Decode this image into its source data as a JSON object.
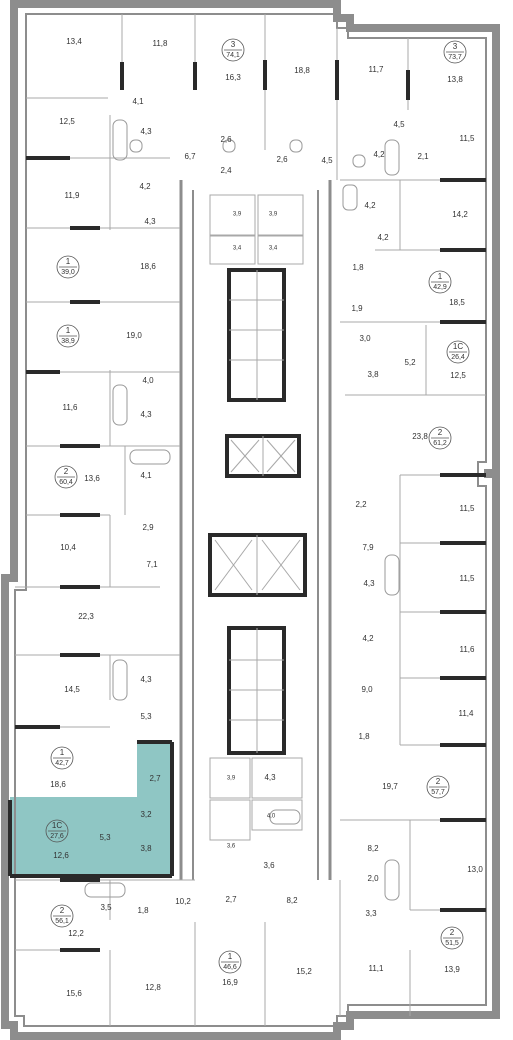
{
  "highlight_color": "#8fc6c4",
  "apartments": [
    {
      "id": "a1",
      "rooms": "3",
      "area": "74,1"
    },
    {
      "id": "a2",
      "rooms": "3",
      "area": "73,7"
    },
    {
      "id": "a3",
      "rooms": "1",
      "area": "39,0"
    },
    {
      "id": "a4",
      "rooms": "1",
      "area": "42,9"
    },
    {
      "id": "a5",
      "rooms": "1",
      "area": "38,9"
    },
    {
      "id": "a6",
      "rooms": "1С",
      "area": "26,4"
    },
    {
      "id": "a7",
      "rooms": "2",
      "area": "61,2"
    },
    {
      "id": "a8",
      "rooms": "2",
      "area": "60,4"
    },
    {
      "id": "a9",
      "rooms": "1",
      "area": "42,7"
    },
    {
      "id": "a10",
      "rooms": "2",
      "area": "57,7"
    },
    {
      "id": "a11",
      "rooms": "1С",
      "area": "27,6",
      "highlighted": true
    },
    {
      "id": "a12",
      "rooms": "2",
      "area": "56,1"
    },
    {
      "id": "a13",
      "rooms": "2",
      "area": "51,5"
    },
    {
      "id": "a14",
      "rooms": "1",
      "area": "46,6"
    }
  ],
  "rooms": [
    {
      "id": "r1",
      "v": "13,4"
    },
    {
      "id": "r2",
      "v": "11,8"
    },
    {
      "id": "r3",
      "v": "16,3"
    },
    {
      "id": "r4",
      "v": "18,8"
    },
    {
      "id": "r5",
      "v": "11,7"
    },
    {
      "id": "r6",
      "v": "13,8"
    },
    {
      "id": "r7",
      "v": "4,1"
    },
    {
      "id": "r8",
      "v": "12,5"
    },
    {
      "id": "r9",
      "v": "4,3"
    },
    {
      "id": "r10",
      "v": "2,6"
    },
    {
      "id": "r11",
      "v": "2,6"
    },
    {
      "id": "r12",
      "v": "4,5"
    },
    {
      "id": "r13",
      "v": "11,5"
    },
    {
      "id": "r14",
      "v": "6,7"
    },
    {
      "id": "r15",
      "v": "4,2"
    },
    {
      "id": "r16",
      "v": "2,1"
    },
    {
      "id": "r17",
      "v": "4,5"
    },
    {
      "id": "r18",
      "v": "2,4"
    },
    {
      "id": "r19",
      "v": "11,9"
    },
    {
      "id": "r20",
      "v": "4,2"
    },
    {
      "id": "r21",
      "v": "4,2"
    },
    {
      "id": "r22",
      "v": "4,3"
    },
    {
      "id": "r23",
      "v": "14,2"
    },
    {
      "id": "r24",
      "v": "3,9"
    },
    {
      "id": "r25",
      "v": "3,9"
    },
    {
      "id": "r26",
      "v": "3,4"
    },
    {
      "id": "r27",
      "v": "3,4"
    },
    {
      "id": "r28",
      "v": "4,2"
    },
    {
      "id": "r29",
      "v": "18,6"
    },
    {
      "id": "r30",
      "v": "1,8"
    },
    {
      "id": "r31",
      "v": "18,5"
    },
    {
      "id": "r32",
      "v": "1,9"
    },
    {
      "id": "r33",
      "v": "19,0"
    },
    {
      "id": "r34",
      "v": "3,0"
    },
    {
      "id": "r35",
      "v": "5,2"
    },
    {
      "id": "r36",
      "v": "12,5"
    },
    {
      "id": "r37",
      "v": "3,8"
    },
    {
      "id": "r38",
      "v": "4,0"
    },
    {
      "id": "r39",
      "v": "11,6"
    },
    {
      "id": "r40",
      "v": "4,3"
    },
    {
      "id": "r41",
      "v": "23,8"
    },
    {
      "id": "r42",
      "v": "13,6"
    },
    {
      "id": "r43",
      "v": "4,1"
    },
    {
      "id": "r44",
      "v": "2,2"
    },
    {
      "id": "r45",
      "v": "11,5"
    },
    {
      "id": "r46",
      "v": "2,9"
    },
    {
      "id": "r47",
      "v": "10,4"
    },
    {
      "id": "r48",
      "v": "7,9"
    },
    {
      "id": "r49",
      "v": "7,1"
    },
    {
      "id": "r50",
      "v": "11,5"
    },
    {
      "id": "r51",
      "v": "22,3"
    },
    {
      "id": "r52",
      "v": "4,3"
    },
    {
      "id": "r53",
      "v": "4,2"
    },
    {
      "id": "r54",
      "v": "11,6"
    },
    {
      "id": "r55",
      "v": "4,3"
    },
    {
      "id": "r56",
      "v": "14,5"
    },
    {
      "id": "r57",
      "v": "9,0"
    },
    {
      "id": "r58",
      "v": "11,4"
    },
    {
      "id": "r59",
      "v": "5,3"
    },
    {
      "id": "r60",
      "v": "1,8"
    },
    {
      "id": "r61",
      "v": "18,6"
    },
    {
      "id": "r62",
      "v": "2,7"
    },
    {
      "id": "r63",
      "v": "3,9"
    },
    {
      "id": "r64",
      "v": "4,3"
    },
    {
      "id": "r65",
      "v": "19,7"
    },
    {
      "id": "r66",
      "v": "3,2"
    },
    {
      "id": "r67",
      "v": "4,0"
    },
    {
      "id": "r68",
      "v": "5,3"
    },
    {
      "id": "r69",
      "v": "3,8"
    },
    {
      "id": "r70",
      "v": "12,6"
    },
    {
      "id": "r71",
      "v": "3,6"
    },
    {
      "id": "r72",
      "v": "3,6"
    },
    {
      "id": "r73",
      "v": "8,2"
    },
    {
      "id": "r74",
      "v": "2,0"
    },
    {
      "id": "r75",
      "v": "13,0"
    },
    {
      "id": "r76",
      "v": "10,2"
    },
    {
      "id": "r77",
      "v": "2,7"
    },
    {
      "id": "r78",
      "v": "8,2"
    },
    {
      "id": "r79",
      "v": "3,5"
    },
    {
      "id": "r80",
      "v": "1,8"
    },
    {
      "id": "r81",
      "v": "3,3"
    },
    {
      "id": "r82",
      "v": "12,2"
    },
    {
      "id": "r83",
      "v": "11,1"
    },
    {
      "id": "r84",
      "v": "16,9"
    },
    {
      "id": "r85",
      "v": "15,2"
    },
    {
      "id": "r86",
      "v": "13,9"
    },
    {
      "id": "r87",
      "v": "15,6"
    },
    {
      "id": "r88",
      "v": "12,8"
    }
  ]
}
